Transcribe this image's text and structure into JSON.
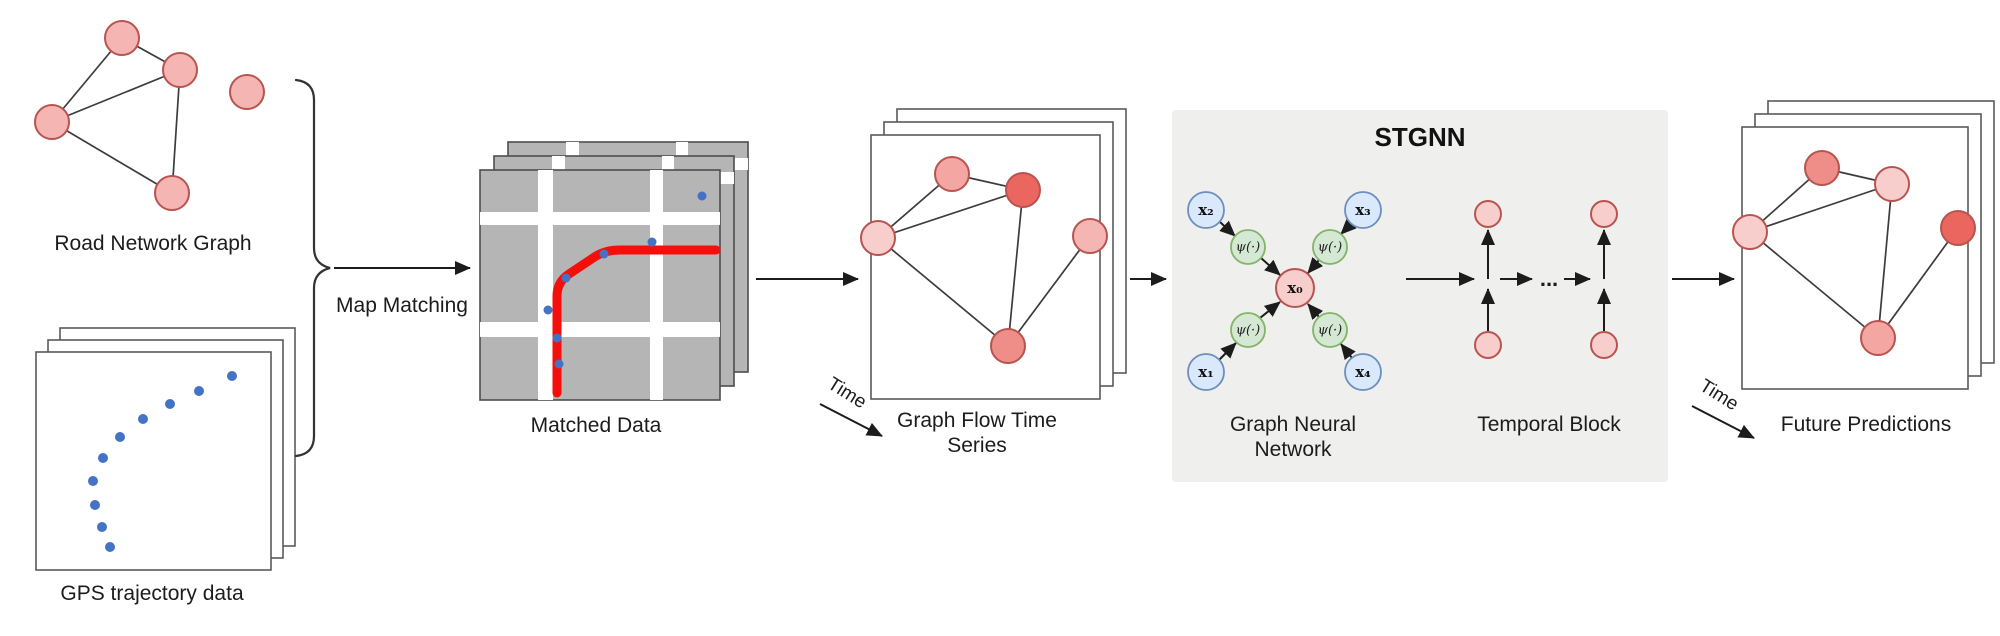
{
  "road_network": {
    "label": "Road Network Graph"
  },
  "gps": {
    "label": "GPS trajectory data"
  },
  "map_matching": {
    "label": "Map Matching"
  },
  "matched": {
    "label": "Matched Data"
  },
  "graph_flow": {
    "line1": "Graph Flow Time",
    "line2": "Series",
    "time": "Time"
  },
  "stgnn": {
    "title": "STGNN",
    "gnn": {
      "line1": "Graph Neural",
      "line2": "Network",
      "x0": "x₀",
      "x1": "x₁",
      "x2": "x₂",
      "x3": "x₃",
      "x4": "x₄",
      "psi": "ψ(·)"
    },
    "temporal": {
      "label": "Temporal Block",
      "ellipsis": "..."
    }
  },
  "future": {
    "label": "Future Predictions",
    "time": "Time"
  },
  "colors": {
    "node_fill": "#f8cecc",
    "node_stroke": "#b85450",
    "node_dark": "#ea665f",
    "blue_fill": "#dae8fc",
    "blue_stroke": "#6c8ebf",
    "green_fill": "#d5e8d4",
    "green_stroke": "#82b366",
    "gps_dot": "#4472c4",
    "route_red": "#f50f0a",
    "map_gray": "#b5b5b5",
    "stgnn_bg": "#efefee"
  }
}
